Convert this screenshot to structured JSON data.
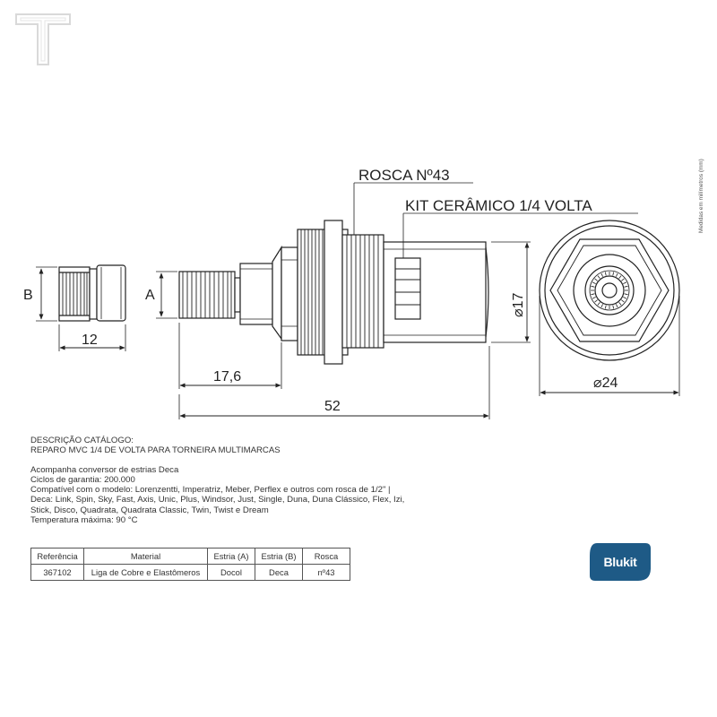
{
  "labels": {
    "rosca": "ROSCA Nº43",
    "kit": "KIT CERÂMICO 1/4 VOLTA",
    "a": "A",
    "b": "B",
    "dim_12": "12",
    "dim_17_6": "17,6",
    "dim_52": "52",
    "dim_17": "⌀17",
    "dim_24": "⌀24",
    "side_note": "Medidas em milímetros (mm)"
  },
  "description": {
    "heading": "DESCRIÇÃO CATÁLOGO:",
    "subtitle": "REPARO MVC 1/4 DE VOLTA PARA TORNEIRA MULTIMARCAS",
    "line1": "Acompanha conversor de estrias Deca",
    "line2": "Ciclos de garantia: 200.000",
    "line3": "Compatível com o modelo: Lorenzentti, Imperatriz, Meber, Perflex e outros com rosca de 1/2\" |",
    "line4": "Deca: Link, Spin, Sky, Fast, Axis, Unic, Plus, Windsor, Just, Single, Duna, Duna Clássico, Flex, Izi,",
    "line5": "Stick, Disco, Quadrata, Quadrata Classic, Twin, Twist e Dream",
    "line6": "Temperatura máxima: 90 °C"
  },
  "table": {
    "headers": [
      "Referência",
      "Material",
      "Estria (A)",
      "Estria (B)",
      "Rosca"
    ],
    "row": [
      "367102",
      "Liga de Cobre e Elastômeros",
      "Docol",
      "Deca",
      "nº43"
    ]
  },
  "brand": {
    "name": "Blukit",
    "color": "#1e5a86"
  },
  "icon": "t-logo-icon"
}
